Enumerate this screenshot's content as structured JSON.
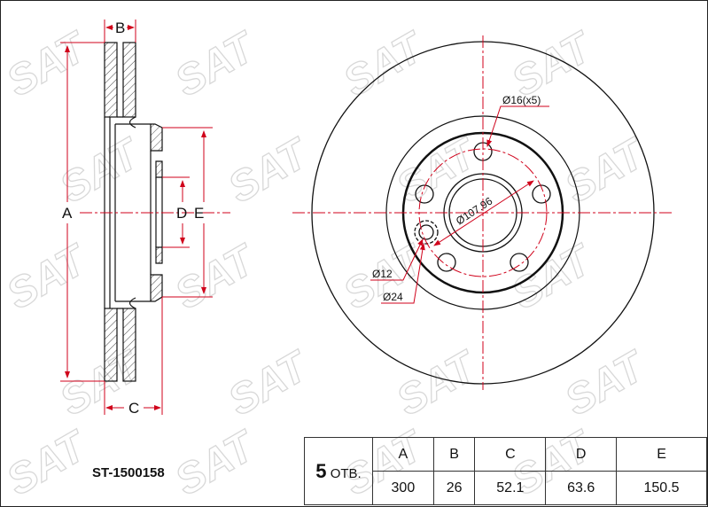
{
  "part_number": "ST-1500158",
  "watermark": "SAT",
  "holes": {
    "count": "5",
    "label": "ОТВ."
  },
  "dimension_table": {
    "headers": [
      "A",
      "B",
      "C",
      "D",
      "E"
    ],
    "values": [
      "300",
      "26",
      "52.1",
      "63.6",
      "150.5"
    ]
  },
  "drawing_labels": {
    "A": "A",
    "B": "B",
    "C": "C",
    "D": "D",
    "E": "E"
  },
  "annotations": {
    "bolt_hole": "Ø16(x5)",
    "pcd": "Ø107.96",
    "pin_hole": "Ø12",
    "countersink": "Ø24"
  },
  "colors": {
    "dimension_lines": "#d0021b",
    "outline": "#111111",
    "watermark": "#d8d8d8"
  }
}
